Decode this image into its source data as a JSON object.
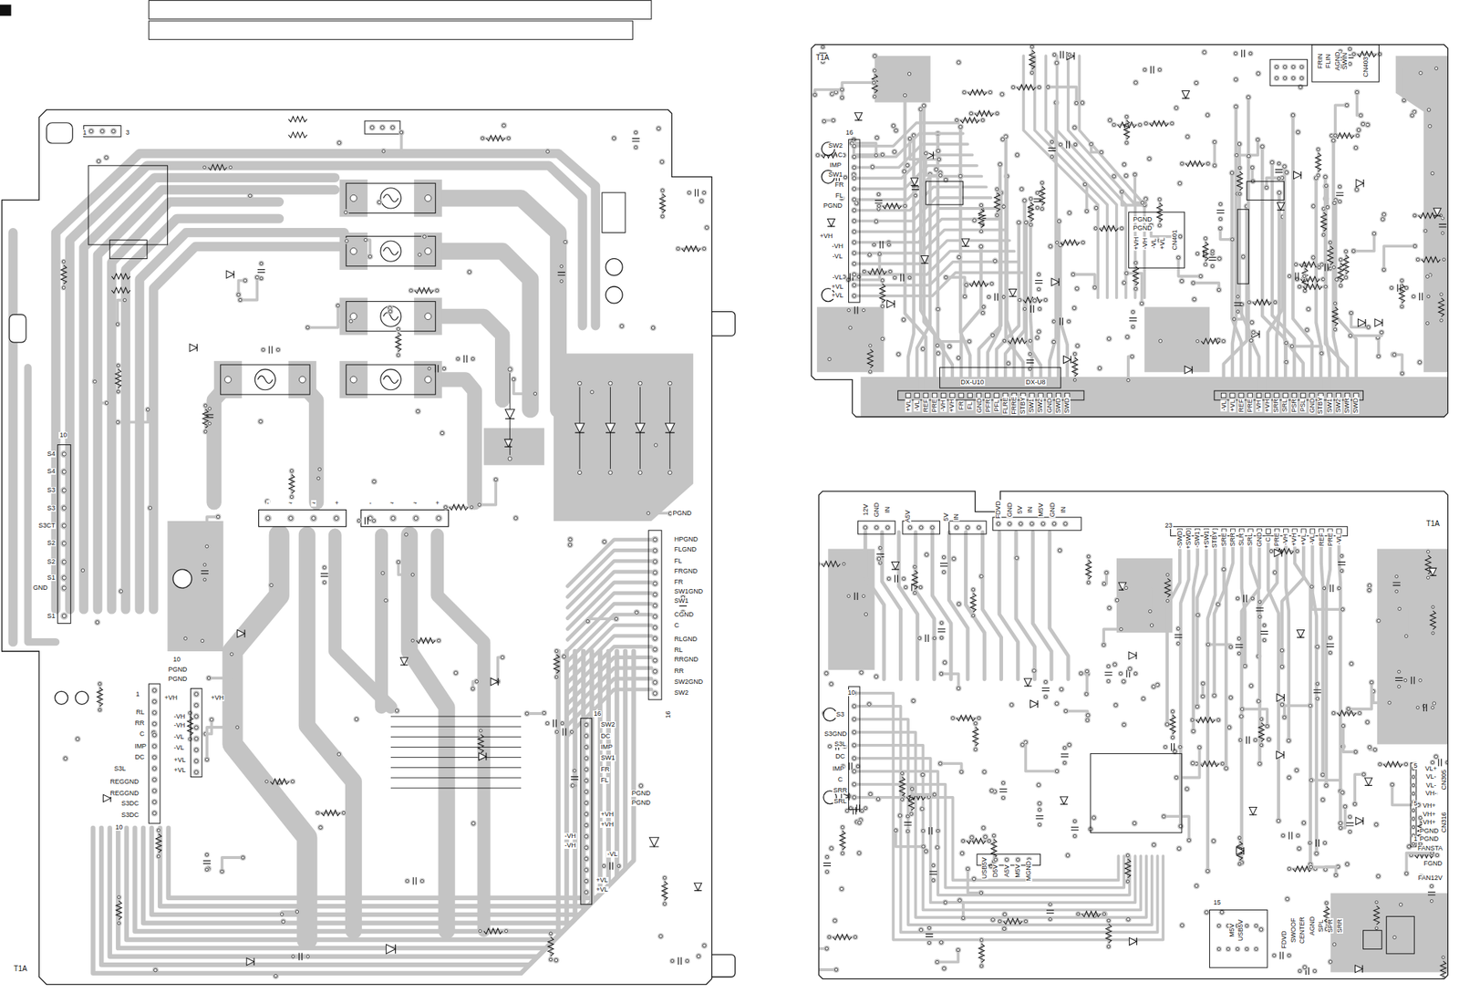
{
  "diagram": {
    "nodes": [
      {
        "text": [
          "T1A"
        ]
      },
      {
        "text": [
          "T1A"
        ]
      },
      {
        "text": [
          "T1A"
        ]
      }
    ],
    "labels": [
      "3",
      "1",
      "10",
      "S4",
      "S4",
      "S3",
      "S3",
      "S3CT",
      "S2",
      "S2",
      "S1",
      "GND",
      "S1",
      "-",
      "~",
      "~",
      "+",
      "-",
      "~",
      "~",
      "+",
      "PGND",
      "HPGND",
      "FLGND",
      "FL",
      "FRGND",
      "FR",
      "SW1GND",
      "SW1",
      "CGND",
      "C",
      "RLGND",
      "RL",
      "RRGND",
      "RR",
      "SW2GND",
      "SW2",
      "16",
      "10",
      "PGND",
      "PGND",
      "1",
      "+VH",
      "+VH",
      "RL",
      "RR",
      "C",
      "IMP",
      "DC",
      "S3L",
      "REGGND",
      "REGGND",
      "S3DC",
      "S3DC",
      "10",
      "-VH",
      "-VH",
      "-VL",
      "-VL",
      "+VL",
      "+VL",
      "16",
      "SW2",
      "DC",
      "IMP",
      "SW1",
      "FR",
      "FL",
      "PGND",
      "PGND",
      "+VH",
      "+VH",
      "-VH",
      "-VH",
      "-VL",
      "+VL",
      "+VL",
      "CN403",
      "SWIN",
      "AGND",
      "FLIN",
      "FRIN",
      "16",
      "SW2",
      "C",
      "IMP",
      "SW1",
      "FR",
      "FL",
      "PGND",
      "+VH",
      "-VH",
      "-VL",
      "-VL",
      "+VL",
      "+VL",
      "PGND",
      "PGND",
      "+VH",
      "-VH",
      "-VL",
      "+VL",
      "CN401",
      "DX-U10",
      "DX-U8",
      "+VL",
      "-VL",
      "REF",
      "PRE",
      "-VH",
      "+VH",
      "FR",
      "FL",
      "GND",
      "PFR",
      "PFL",
      "FLRE",
      "FRRE",
      "STBY",
      "SW1",
      "SW2",
      "GND",
      "SWD",
      "SWD",
      "-VL",
      "+VL",
      "REF",
      "PRE",
      "-VH",
      "+VH",
      "SRR",
      "SRL",
      "PSR",
      "PSL",
      "GND",
      "STBY",
      "SW1",
      "SW2",
      "SWR",
      "SWD",
      "12V",
      "GND",
      "IN",
      "A5V",
      "5V",
      "IN",
      "FDVD",
      "GND",
      "5V",
      "IN",
      "M5V",
      "GND",
      "IN",
      "23",
      "-SWD",
      "+SWD",
      "-SW1",
      "+SW1",
      "STBY",
      "SRE",
      "SRR",
      "SLR",
      "SRL",
      "GND",
      "C",
      "PRE",
      "-VH",
      "+VH",
      "+VL",
      "-VL",
      "REF",
      "PRE",
      "-VL",
      "10",
      "S3",
      "S3GND",
      "S3L",
      "DC",
      "IMP",
      "C",
      "SRR",
      "SRL",
      "5",
      "VL+",
      "VL-",
      "VL-",
      "VH-",
      "CN305",
      "5",
      "VH+",
      "VH+",
      "VH+",
      "PGND",
      "1",
      "PGND",
      "CN316",
      "FANSTA",
      "FGND",
      "FAN12V",
      "USB5V",
      "D5V",
      "A5V",
      "M5V",
      "MGND",
      "15",
      "M5V",
      "USB5V",
      "FDVD",
      "SWOOF",
      "CENTER",
      "AGND",
      "SPL",
      "SPR",
      "SRR"
    ]
  }
}
